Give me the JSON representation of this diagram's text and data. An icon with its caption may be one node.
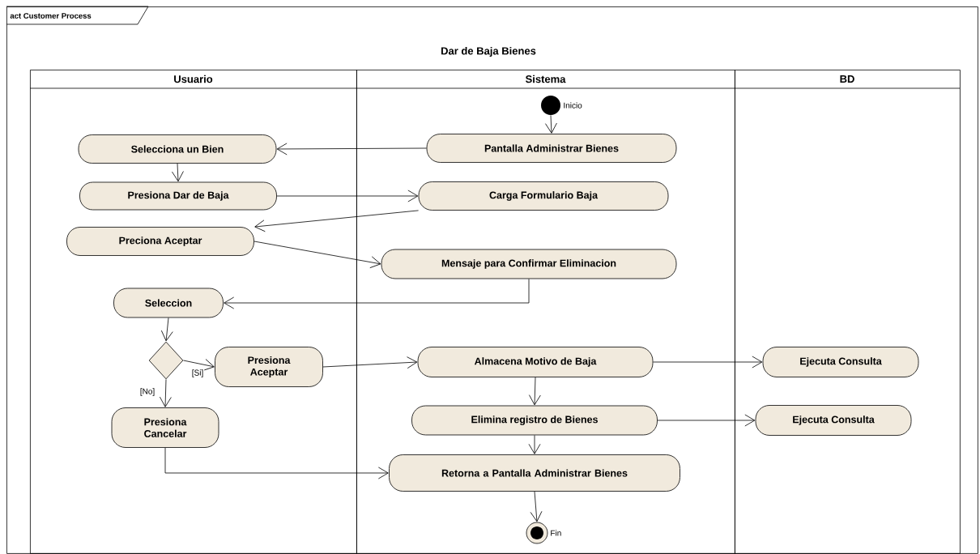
{
  "diagram": {
    "title": "Dar de Baja Bienes",
    "nodes": [
      {
        "text": [
          "act Customer Process"
        ]
      },
      {
        "text": [
          "Usuario"
        ],
        "in": 0
      },
      {
        "text": [
          "Sistema"
        ],
        "in": 0
      },
      {
        "text": [
          "BD"
        ],
        "in": 0
      },
      {
        "text": [],
        "shape": "circle",
        "beside": [
          "Inicio"
        ],
        "in": 2
      },
      {
        "text": [
          "Pantalla Administrar Bienes"
        ],
        "in": 2
      },
      {
        "text": [
          "Selecciona un Bien"
        ],
        "in": 1
      },
      {
        "text": [
          "Presiona Dar de Baja"
        ],
        "in": 1
      },
      {
        "text": [
          "Carga Formulario Baja"
        ],
        "in": 2
      },
      {
        "text": [
          "Preciona Aceptar"
        ],
        "in": 1
      },
      {
        "text": [
          "Mensaje para Confirmar Eliminacion"
        ],
        "in": 2
      },
      {
        "text": [
          "Seleccion"
        ],
        "in": 1
      },
      {
        "text": [],
        "shape": "diamond",
        "in": 1
      },
      {
        "text": [
          "Presiona Aceptar"
        ],
        "in": 1
      },
      {
        "text": [
          "Almacena Motivo de Baja"
        ],
        "in": 2
      },
      {
        "text": [
          "Ejecuta Consulta"
        ],
        "in": 3
      },
      {
        "text": [
          "Presiona Cancelar"
        ],
        "in": 1
      },
      {
        "text": [
          "Elimina registro de Bienes"
        ],
        "in": 2
      },
      {
        "text": [
          "Ejecuta Consulta"
        ],
        "in": 3
      },
      {
        "text": [
          "Retorna a Pantalla Administrar Bienes"
        ],
        "in": 2
      },
      {
        "text": [],
        "shape": "circle",
        "beside": [
          "Fin"
        ],
        "in": 2
      }
    ],
    "edges": [
      {
        "from": 4,
        "to": 5,
        "arrow": "to"
      },
      {
        "from": 5,
        "to": 6,
        "arrow": "to"
      },
      {
        "from": 6,
        "to": 7,
        "arrow": "to"
      },
      {
        "from": 7,
        "to": 8,
        "arrow": "to"
      },
      {
        "from": 8,
        "to": 9,
        "arrow": "to"
      },
      {
        "from": 9,
        "to": 10,
        "arrow": "to"
      },
      {
        "from": 10,
        "to": 11,
        "arrow": "to"
      },
      {
        "from": 11,
        "to": 12,
        "arrow": "to"
      },
      {
        "from": 12,
        "to": 13,
        "label": "[Si]",
        "arrow": "to"
      },
      {
        "from": 12,
        "to": 16,
        "label": "[No]",
        "arrow": "to"
      },
      {
        "from": 13,
        "to": 14,
        "arrow": "to"
      },
      {
        "from": 14,
        "to": 15,
        "arrow": "to"
      },
      {
        "from": 14,
        "to": 17,
        "arrow": "to"
      },
      {
        "from": 17,
        "to": 18,
        "arrow": "to"
      },
      {
        "from": 17,
        "to": 19,
        "arrow": "to"
      },
      {
        "from": 16,
        "to": 19,
        "arrow": "to"
      },
      {
        "from": 19,
        "to": 20,
        "arrow": "to"
      }
    ]
  }
}
